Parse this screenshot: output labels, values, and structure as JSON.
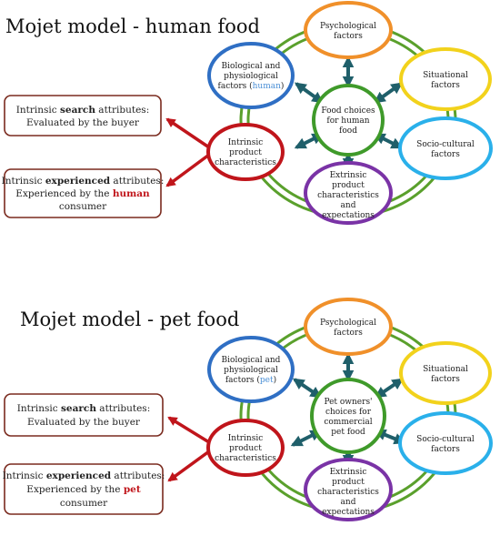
{
  "diagrams": [
    {
      "title": "Mojet model - human food",
      "center": [
        "Food choices",
        "for human",
        "food"
      ],
      "nodes": {
        "psychological": [
          "Psychological",
          "factors"
        ],
        "biological": {
          "line1": "Biological and",
          "line2": "physiological",
          "line3_pre": "factors (",
          "line3_hl": "human",
          "line3_post": ")"
        },
        "situational": [
          "Situational",
          "factors"
        ],
        "sociocultural": [
          "Socio-cultural",
          "factors"
        ],
        "intrinsic": [
          "Intrinsic",
          "product",
          "characteristics"
        ],
        "extrinsic": [
          "Extrinsic",
          "product",
          "characteristics",
          "and",
          "expectations"
        ]
      },
      "search_box": {
        "pre": "Intrinsic ",
        "bold": "search",
        "post": " attributes:",
        "line2": "Evaluated by the buyer"
      },
      "experienced_box": {
        "pre": "Intrinsic ",
        "bold": "experienced",
        "post": " attributes:",
        "line2_pre": "Experienced by the ",
        "line2_hl": "human",
        "line2_post": "",
        "line3": "consumer"
      }
    },
    {
      "title": "Mojet model - pet food",
      "center": [
        "Pet owners'",
        "choices for",
        "commercial",
        "pet food"
      ],
      "nodes": {
        "psychological": [
          "Psychological",
          "factors"
        ],
        "biological": {
          "line1": "Biological and",
          "line2": "physiological",
          "line3_pre": "factors (",
          "line3_hl": "pet",
          "line3_post": ")"
        },
        "situational": [
          "Situational",
          "factors"
        ],
        "sociocultural": [
          "Socio-cultural",
          "factors"
        ],
        "intrinsic": [
          "Intrinsic",
          "product",
          "characteristics"
        ],
        "extrinsic": [
          "Extrinsic",
          "product",
          "characteristics",
          "and",
          "expectations"
        ]
      },
      "search_box": {
        "pre": "Intrinsic ",
        "bold": "search",
        "post": " attributes:",
        "line2": "Evaluated by the buyer"
      },
      "experienced_box": {
        "pre": "Intrinsic ",
        "bold": "experienced",
        "post": " attributes:",
        "line2_pre": "Experienced by the ",
        "line2_hl": "pet",
        "line2_post": "",
        "line3": "consumer"
      }
    }
  ],
  "colors": {
    "ring_green": "#5aa02c",
    "center_green": "#3f9a2a",
    "orange": "#f0902a",
    "yellow": "#f2d21c",
    "blue": "#2f6fc4",
    "light_blue": "#2ab0ea",
    "red": "#c0151b",
    "purple": "#7a33a6",
    "box_border": "#7a2a1e",
    "arrow_red": "#c0151b",
    "arrow_teal": "#1f5f6a",
    "highlight_blue": "#4a8fd6",
    "highlight_red": "#c0151b"
  }
}
